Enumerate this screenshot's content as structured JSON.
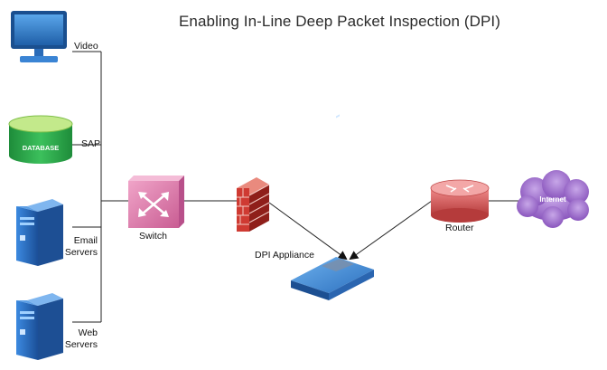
{
  "diagram": {
    "title": "Enabling In-Line Deep Packet Inspection (DPI)",
    "nodes": {
      "video": {
        "label": "Video",
        "icon": "monitor-icon"
      },
      "sap": {
        "label": "SAP",
        "icon": "database-icon",
        "icon_text": "DATABASE"
      },
      "email": {
        "label_line1": "Email",
        "label_line2": "Servers",
        "icon": "server-tower-icon"
      },
      "web": {
        "label_line1": "Web",
        "label_line2": "Servers",
        "icon": "server-tower-icon"
      },
      "switch": {
        "label": "Switch",
        "icon": "switch-icon"
      },
      "firewall": {
        "icon": "firewall-icon"
      },
      "dpi": {
        "label": "DPI Appliance",
        "icon": "appliance-icon"
      },
      "router": {
        "label": "Router",
        "icon": "router-icon"
      },
      "internet": {
        "label": "Internet",
        "icon": "cloud-icon"
      }
    },
    "colors": {
      "monitor": "#2f7fd0",
      "database_top": "#b8e07a",
      "database_body": "#2aa84a",
      "server": "#2a6fc4",
      "switch": "#d977a8",
      "firewall": "#c8322c",
      "appliance": "#3d89d6",
      "router": "#d45a5a",
      "cloud": "#9b6cc7"
    }
  }
}
